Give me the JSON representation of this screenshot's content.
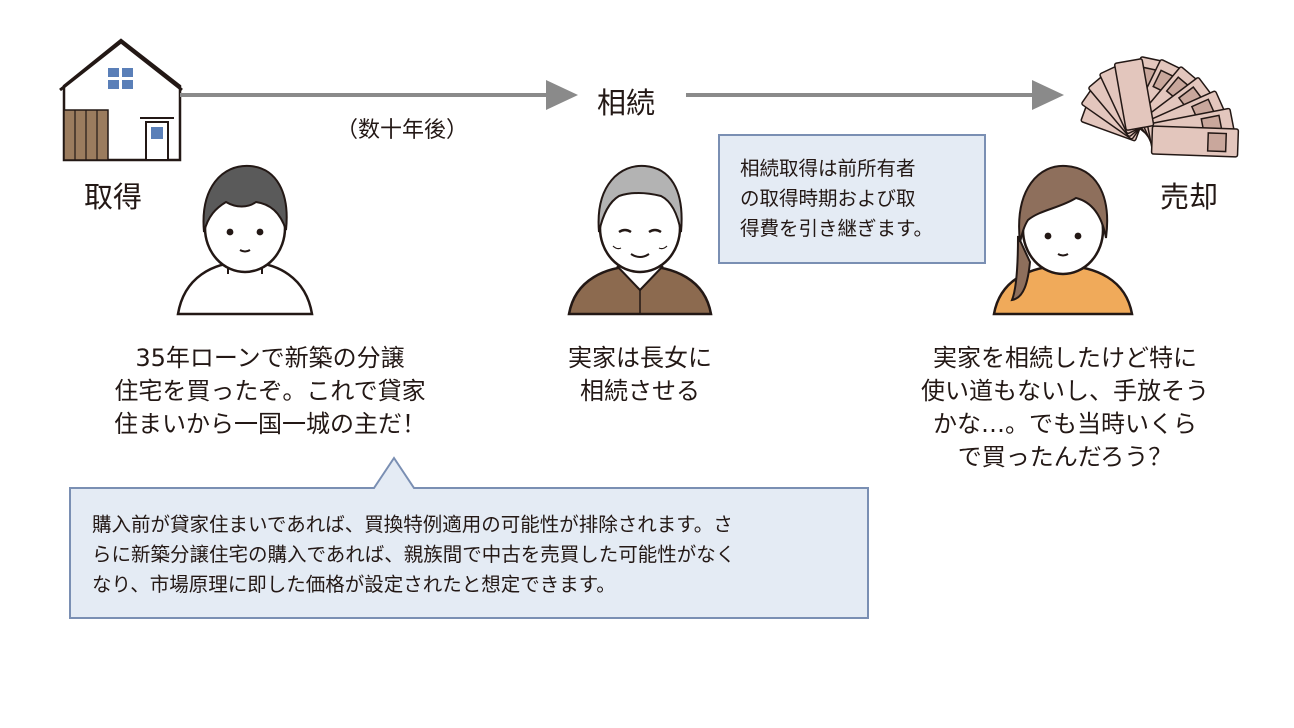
{
  "flow": {
    "acquire_label": "取得",
    "interval_label": "（数十年後）",
    "inherit_label": "相続",
    "sell_label": "売却"
  },
  "father": {
    "speech_lines": [
      "35年ローンで新築の分譲",
      "住宅を買ったぞ。これで貸家",
      "住まいから一国一城の主だ！"
    ]
  },
  "elder": {
    "speech_lines": [
      "実家は長女に",
      "相続させる"
    ]
  },
  "daughter": {
    "speech_lines": [
      "実家を相続したけど特に",
      "使い道もないし、手放そう",
      "かな…。でも当時いくら",
      "で買ったんだろう？"
    ]
  },
  "notes": {
    "inheritance_note_lines": [
      "相続取得は前所有者",
      "の取得時期および取",
      "得費を引き継ぎます。"
    ],
    "purchase_note_lines": [
      "購入前が貸家住まいであれば、買換特例適用の可能性が排除されます。さ",
      "らに新築分譲住宅の購入であれば、親族間で中古を売買した可能性がなく",
      "なり、市場原理に即した価格が設定されたと想定できます。"
    ]
  },
  "colors": {
    "arrow": "#8a8a8a",
    "note_fill": "#e4ebf4",
    "note_border": "#7a8fb3",
    "father_hair": "#5a5a5a",
    "elder_hair": "#b3b3b3",
    "elder_sweater": "#8c6a4f",
    "daughter_hair": "#8e6f5c",
    "daughter_shirt": "#f0aa5a",
    "skin": "#fde6d3",
    "banknote": "#e3c6bd"
  }
}
